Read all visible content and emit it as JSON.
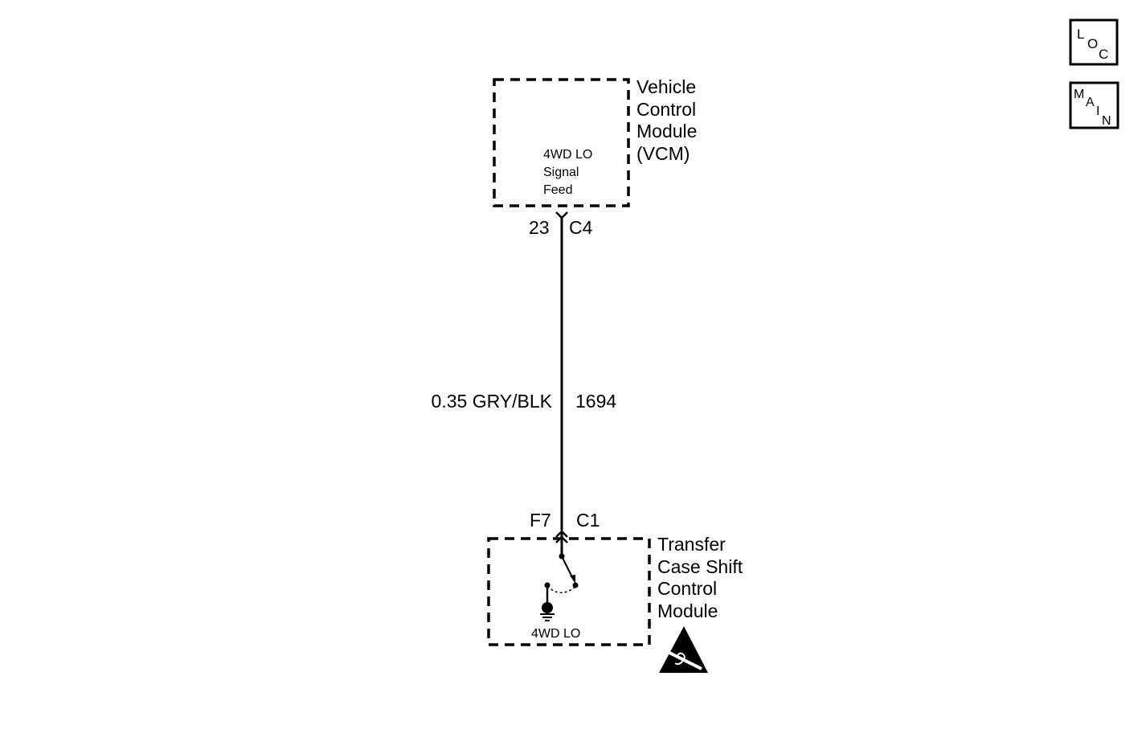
{
  "colors": {
    "ink": "#000000",
    "background": "#ffffff"
  },
  "nav": {
    "loc": {
      "letters": [
        "L",
        "O",
        "C"
      ],
      "icon": "loc-nav-icon"
    },
    "main": {
      "letters": [
        "M",
        "A",
        "I",
        "N"
      ],
      "icon": "main-nav-icon"
    }
  },
  "vcm": {
    "name_lines": [
      "Vehicle",
      "Control",
      "Module",
      "(VCM)"
    ],
    "internal_lines": [
      "4WD LO",
      "Signal",
      "Feed"
    ],
    "pin": "23",
    "connector": "C4"
  },
  "wire": {
    "spec": "0.35 GRY/BLK",
    "circuit": "1694"
  },
  "tcscm": {
    "name_lines": [
      "Transfer",
      "Case Shift",
      "Control",
      "Module"
    ],
    "pin": "F7",
    "connector": "C1",
    "switch_label": "4WD LO",
    "esd_icon": "esd-warning-icon"
  }
}
